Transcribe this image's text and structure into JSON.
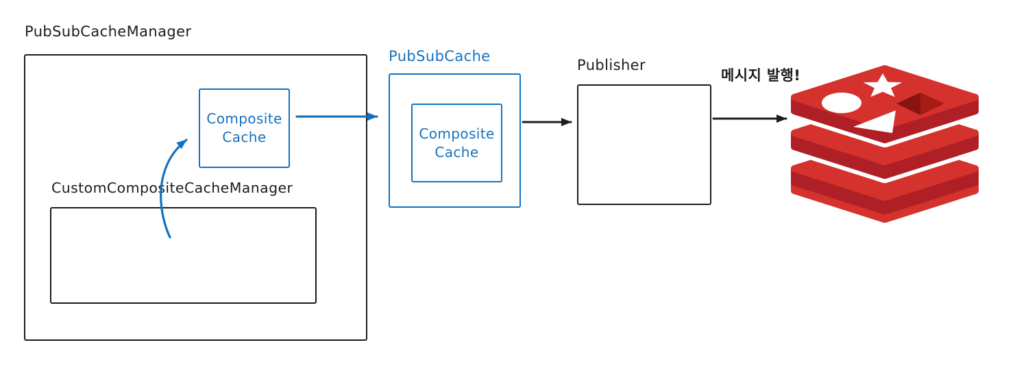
{
  "diagram": {
    "labels": {
      "manager": "PubSubCacheManager",
      "custom_manager": "CustomCompositeCacheManager",
      "pubsub_cache": "PubSubCache",
      "publisher": "Publisher",
      "publish_message": "메시지 발행!"
    },
    "composite_cache": {
      "line1": "Composite",
      "line2": "Cache"
    },
    "icons": {
      "redis": "redis-database-logo"
    },
    "colors": {
      "ink": "#1c1c1e",
      "blue": "#1571bd",
      "redis_bright": "#d5312d",
      "redis_dark": "#ae2025",
      "redis_hole_left": "#871410",
      "redis_hole_right": "#a51c15",
      "shape_white": "#ffffff"
    }
  }
}
